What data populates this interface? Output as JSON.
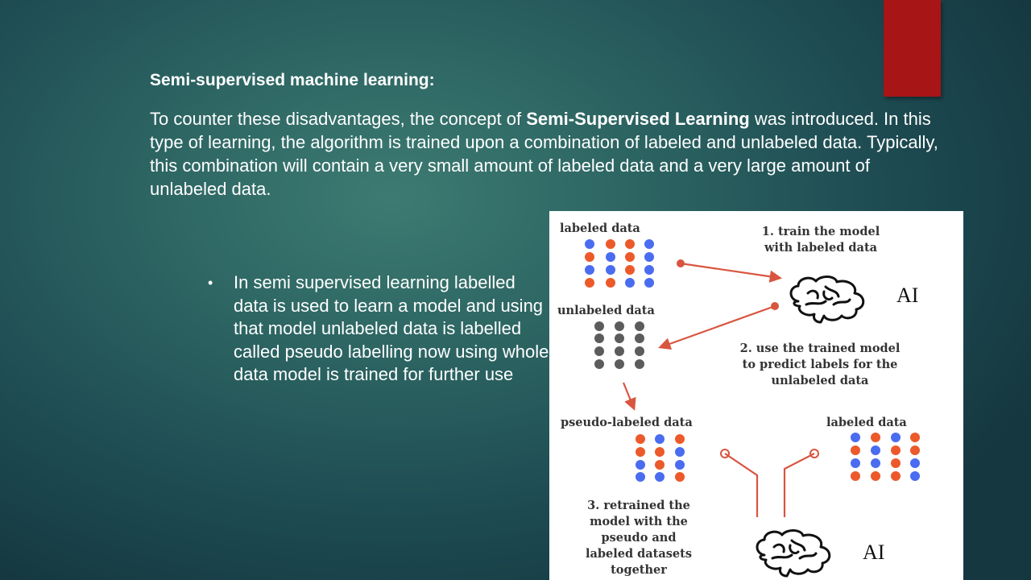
{
  "slide": {
    "heading": "Semi-supervised machine learning:",
    "intro": {
      "before": "To counter these disadvantages, the concept of ",
      "bold": "Semi-Supervised Learning",
      "after": " was introduced. In this type of learning, the algorithm is trained upon a combination of labeled and unlabeled data. Typically, this combination will contain a very small amount of labeled data and a very large amount of unlabeled data."
    },
    "bullet": "In semi supervised learning labelled data is used to learn a model and using that model unlabeled data is labelled called pseudo labelling now using whole data model is trained for further use",
    "bullet_marker": "•"
  },
  "diagram": {
    "labeled_data": "labeled data",
    "step1": [
      "1. train the model",
      "with labeled data"
    ],
    "ai": "AI",
    "unlabeled_data": "unlabeled data",
    "step2": [
      "2. use the trained model",
      "to predict labels for the",
      "unlabeled data"
    ],
    "pseudo_labeled_data": "pseudo-labeled data",
    "labeled_data_2": "labeled data",
    "step3": [
      "3. retrained the",
      "model with the",
      "pseudo and",
      "labeled datasets",
      "together"
    ],
    "ai_2": "AI",
    "colors": {
      "blue": "#4a6cf0",
      "orange": "#ec5a2b",
      "gray": "#5c5c5c",
      "arrow": "#d8553f",
      "accent_bar": "#a71516"
    }
  }
}
